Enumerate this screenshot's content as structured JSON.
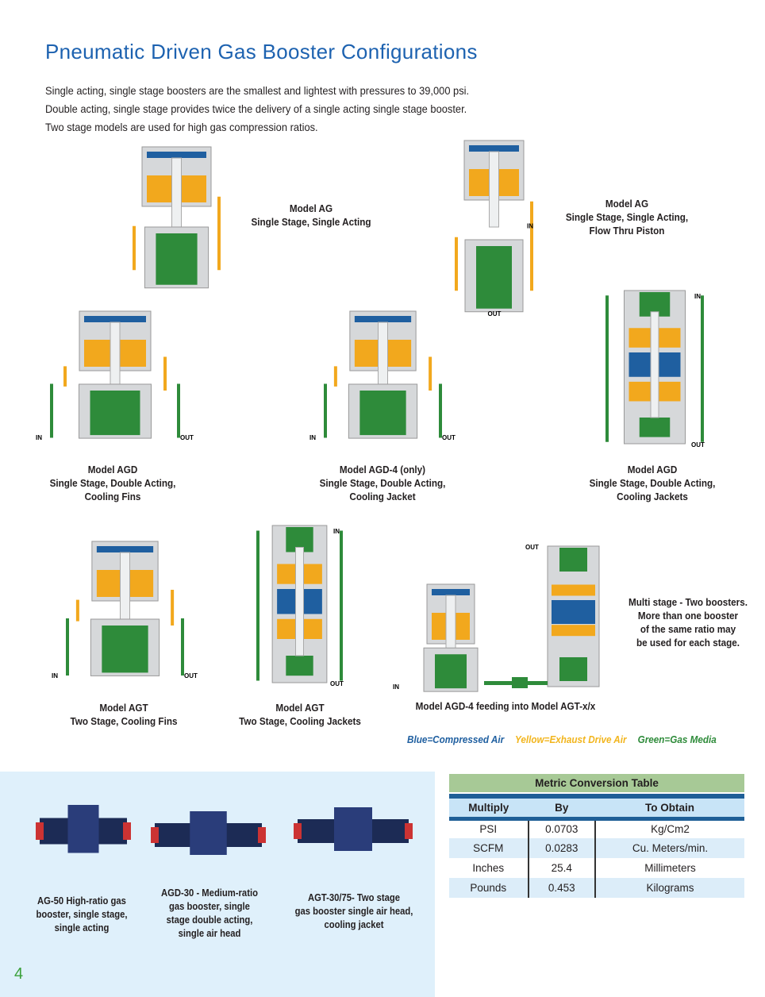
{
  "title": "Pneumatic Driven Gas Booster Configurations",
  "intro": [
    "Single acting, single stage boosters are the smallest and lightest with pressures to 39,000 psi.",
    "Double acting, single stage provides twice the delivery of a single acting single stage booster.",
    "Two stage models are used for high gas compression ratios."
  ],
  "diagrams": [
    {
      "lines": [
        "Model AG",
        "Single Stage, Single Acting"
      ]
    },
    {
      "lines": [
        "Model AG",
        "Single Stage, Single Acting,",
        "Flow Thru Piston"
      ],
      "ports": {
        "in": "IN",
        "out": "OUT"
      }
    },
    {
      "lines": [
        "Model AGD",
        "Single Stage, Double Acting,",
        "Cooling Fins"
      ],
      "ports": {
        "in": "IN",
        "out": "OUT"
      }
    },
    {
      "lines": [
        "Model AGD-4 (only)",
        "Single Stage, Double Acting,",
        "Cooling Jacket"
      ],
      "ports": {
        "in": "IN",
        "out": "OUT"
      }
    },
    {
      "lines": [
        "Model AGD",
        "Single Stage, Double Acting,",
        "Cooling Jackets"
      ],
      "ports": {
        "in": "IN",
        "out": "OUT"
      }
    },
    {
      "lines": [
        "Model AGT",
        "Two Stage, Cooling Fins"
      ],
      "ports": {
        "in": "IN",
        "out": "OUT"
      }
    },
    {
      "lines": [
        "Model AGT",
        "Two Stage, Cooling Jackets"
      ],
      "ports": {
        "in": "IN",
        "out": "OUT"
      }
    },
    {
      "lines": [
        "Model AGD-4 feeding into Model AGT-x/x"
      ],
      "ports": {
        "in": "IN",
        "out": "OUT"
      }
    }
  ],
  "multistage_note": [
    "Multi stage - Two boosters.",
    "More than one booster",
    "of the same ratio may",
    "be used for each stage."
  ],
  "legend": {
    "blue": "Blue=Compressed Air",
    "yellow": "Yellow=Exhaust Drive Air",
    "green": "Green=Gas Media"
  },
  "colors": {
    "blue": "#1f5fa0",
    "yellow": "#f2a81d",
    "green": "#2e8b3a",
    "title": "#1d62b0"
  },
  "products": [
    {
      "lines": [
        "AG-50 High-ratio gas",
        "booster, single stage,",
        "single acting"
      ]
    },
    {
      "lines": [
        "AGD-30 - Medium-ratio",
        "gas booster, single",
        "stage double acting,",
        "single air head"
      ]
    },
    {
      "lines": [
        "AGT-30/75- Two stage",
        "gas booster single air head,",
        "cooling jacket"
      ]
    }
  ],
  "table": {
    "title": "Metric Conversion Table",
    "headers": [
      "Multiply",
      "By",
      "To Obtain"
    ],
    "rows": [
      [
        "PSI",
        "0.0703",
        "Kg/Cm2"
      ],
      [
        "SCFM",
        "0.0283",
        "Cu. Meters/min."
      ],
      [
        "Inches",
        "25.4",
        "Millimeters"
      ],
      [
        "Pounds",
        "0.453",
        "Kilograms"
      ]
    ]
  },
  "page_number": "4"
}
